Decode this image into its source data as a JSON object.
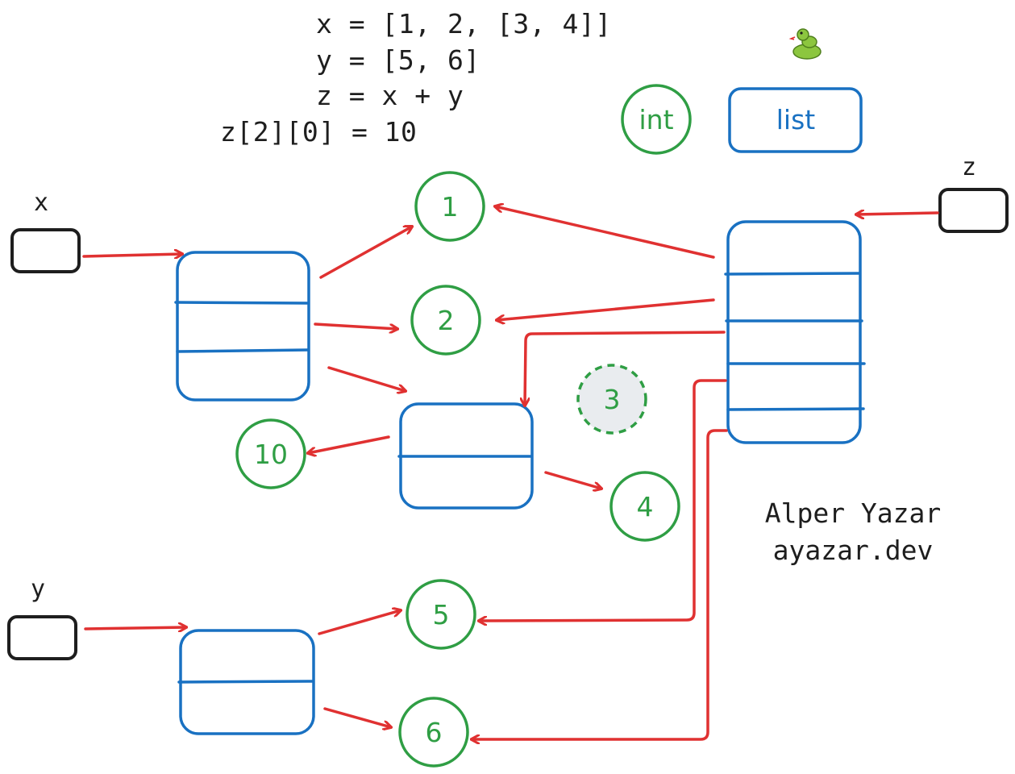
{
  "code": {
    "line1": "x = [1, 2, [3, 4]]",
    "line2": "y = [5, 6]",
    "line3": "z = x + y",
    "line4": "z[2][0] = 10"
  },
  "legend": {
    "int_label": "int",
    "list_label": "list",
    "python_icon": "snake-icon"
  },
  "variables": {
    "x": "x",
    "y": "y",
    "z": "z"
  },
  "ints": {
    "one": "1",
    "two": "2",
    "three": "3",
    "four": "4",
    "five": "5",
    "six": "6",
    "ten": "10"
  },
  "author": {
    "name": "Alper Yazar",
    "site": "ayazar.dev"
  },
  "colors": {
    "int": "#2f9e44",
    "list": "#1971c2",
    "arrow": "#e03131",
    "variable": "#1e1e1e",
    "stale_fill": "#e9ecef"
  }
}
